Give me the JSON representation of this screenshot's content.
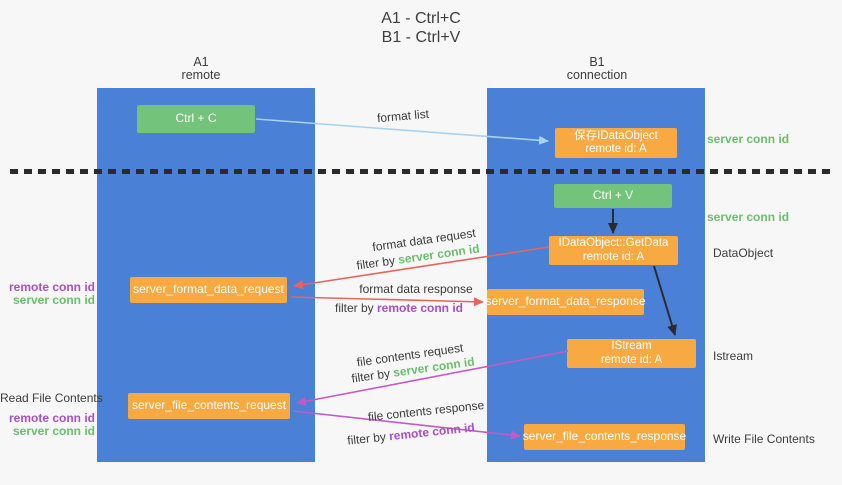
{
  "title": {
    "line1": "A1 - Ctrl+C",
    "line2": "B1 - Ctrl+V"
  },
  "left_column": {
    "header_line1": "A1",
    "header_line2": "remote",
    "nodes": {
      "ctrl_c": "Ctrl + C",
      "format_request": "server_format_data_request",
      "file_request": "server_file_contents_request"
    },
    "side_labels": {
      "remote_conn_id_1": "remote conn id",
      "server_conn_id_1": "server conn id",
      "read_file_contents": "Read File Contents",
      "remote_conn_id_2": "remote conn id",
      "server_conn_id_2": "server conn id"
    }
  },
  "right_column": {
    "header_line1": "B1",
    "header_line2": "connection",
    "nodes": {
      "save_dataobject": {
        "line1": "保存IDataObject",
        "line2": "remote id: A"
      },
      "ctrl_v": "Ctrl + V",
      "getdata": {
        "line1": "IDataObject::GetData",
        "line2": "remote id: A"
      },
      "format_response": "server_format_data_response",
      "istream": {
        "line1": "IStream",
        "line2": "remote id: A"
      },
      "file_response": "server_file_contents_response"
    },
    "side_labels": {
      "server_conn_id_1": "server conn id",
      "server_conn_id_2": "server conn id",
      "dataobject": "DataObject",
      "istream": "Istream",
      "write_file_contents": "Write File Contents"
    }
  },
  "edges": {
    "format_list": "format list",
    "format_data_request": "format data request",
    "format_data_response": "format data response",
    "file_contents_request": "file contents request",
    "file_contents_response": "file contents response",
    "filter_by": "filter by ",
    "server_conn_id": "server conn id",
    "remote_conn_id": "remote conn id"
  },
  "colors": {
    "background": "#f7f7f7",
    "column_blue": "#4a80d6",
    "node_green": "#74c37a",
    "node_orange": "#f9a942",
    "arrow_lightblue": "#a6d3f2",
    "arrow_red": "#e8655c",
    "arrow_magenta": "#c45ac5",
    "arrow_black": "#2b2b2b",
    "text_green": "#6abf6b",
    "text_purple": "#a94fc8"
  }
}
